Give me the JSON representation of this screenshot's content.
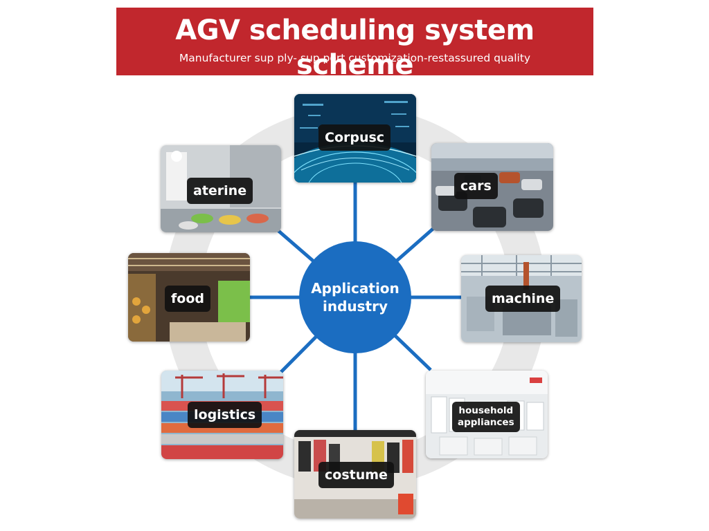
{
  "header": {
    "title": "AGV scheduling system scheme",
    "subtitle": "Manufacturer sup ply- sup port customization-restassured quality"
  },
  "hub": {
    "label": "Application\nindustry"
  },
  "industries": [
    {
      "label": "Corpusc"
    },
    {
      "label": "cars"
    },
    {
      "label": "machine"
    },
    {
      "label": "household\nappliances"
    },
    {
      "label": "costume"
    },
    {
      "label": "logistics"
    },
    {
      "label": "food"
    },
    {
      "label": "aterine"
    }
  ],
  "colors": {
    "banner": "#c1272d",
    "hub": "#1b6dc1",
    "spoke": "#1b6dc1",
    "ring": "#e8e8e8",
    "tag": "#111111"
  }
}
